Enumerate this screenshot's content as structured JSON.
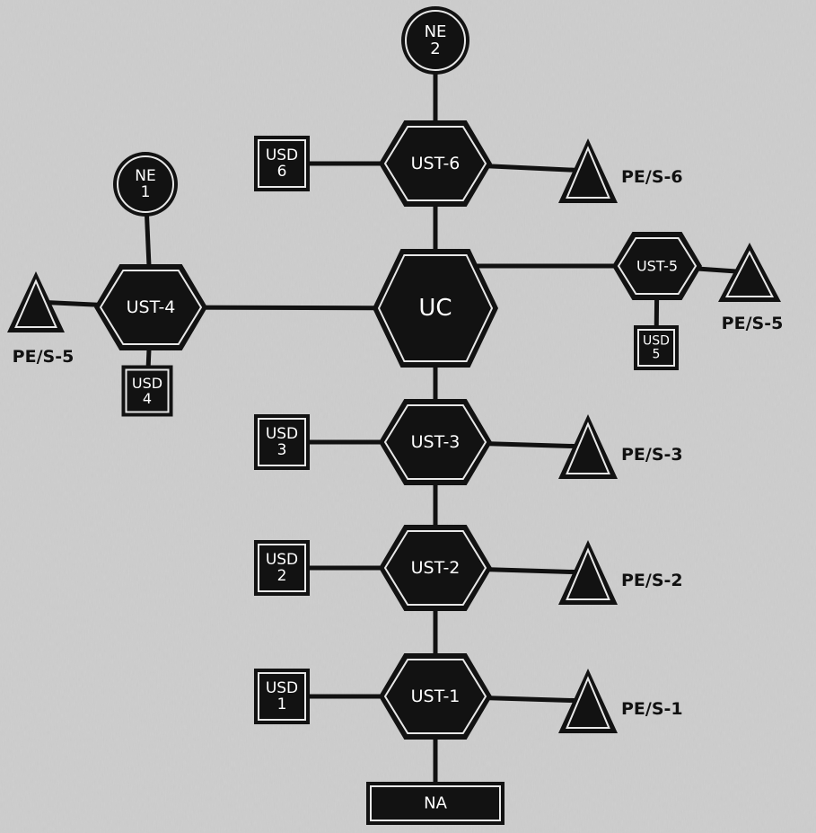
{
  "colors": {
    "background": "#c9c9c9",
    "node_fill": "#121212",
    "node_inner_stroke": "#e8e8e8",
    "line": "#111111"
  },
  "nodes": {
    "uc": {
      "type": "hexagon",
      "lines": [
        "UC"
      ]
    },
    "ust6": {
      "type": "hexagon",
      "lines": [
        "UST-6"
      ]
    },
    "ust5": {
      "type": "hexagon",
      "lines": [
        "UST-5"
      ]
    },
    "ust4": {
      "type": "hexagon",
      "lines": [
        "UST-4"
      ]
    },
    "ust3": {
      "type": "hexagon",
      "lines": [
        "UST-3"
      ]
    },
    "ust2": {
      "type": "hexagon",
      "lines": [
        "UST-2"
      ]
    },
    "ust1": {
      "type": "hexagon",
      "lines": [
        "UST-1"
      ]
    },
    "ne2": {
      "type": "circle",
      "lines": [
        "NE",
        "2"
      ]
    },
    "ne1": {
      "type": "circle",
      "lines": [
        "NE",
        "1"
      ]
    },
    "usd6": {
      "type": "square",
      "lines": [
        "USD",
        "6"
      ]
    },
    "usd5": {
      "type": "square",
      "lines": [
        "USD",
        "5"
      ]
    },
    "usd4": {
      "type": "square",
      "lines": [
        "USD",
        "4"
      ]
    },
    "usd3": {
      "type": "square",
      "lines": [
        "USD",
        "3"
      ]
    },
    "usd2": {
      "type": "square",
      "lines": [
        "USD",
        "2"
      ]
    },
    "usd1": {
      "type": "square",
      "lines": [
        "USD",
        "1"
      ]
    },
    "pes6": {
      "type": "triangle",
      "label": "PE/S-6"
    },
    "pes5r": {
      "type": "triangle",
      "label": "PE/S-5"
    },
    "pes5l": {
      "type": "triangle",
      "label": "PE/S-5"
    },
    "pes3": {
      "type": "triangle",
      "label": "PE/S-3"
    },
    "pes2": {
      "type": "triangle",
      "label": "PE/S-2"
    },
    "pes1": {
      "type": "triangle",
      "label": "PE/S-1"
    },
    "na": {
      "type": "rect",
      "lines": [
        "NA"
      ]
    }
  },
  "edges": [
    [
      "ne2",
      "ust6"
    ],
    [
      "ust6",
      "uc"
    ],
    [
      "uc",
      "ust3"
    ],
    [
      "ust3",
      "ust2"
    ],
    [
      "ust2",
      "ust1"
    ],
    [
      "ust1",
      "na"
    ],
    [
      "usd6",
      "ust6"
    ],
    [
      "ust6",
      "pes6"
    ],
    [
      "uc",
      "ust5"
    ],
    [
      "ust5",
      "pes5r"
    ],
    [
      "ust5",
      "usd5"
    ],
    [
      "ust4",
      "uc"
    ],
    [
      "ne1",
      "ust4"
    ],
    [
      "pes5l",
      "ust4"
    ],
    [
      "ust4",
      "usd4"
    ],
    [
      "usd3",
      "ust3"
    ],
    [
      "ust3",
      "pes3"
    ],
    [
      "usd2",
      "ust2"
    ],
    [
      "ust2",
      "pes2"
    ],
    [
      "usd1",
      "ust1"
    ],
    [
      "ust1",
      "pes1"
    ]
  ]
}
